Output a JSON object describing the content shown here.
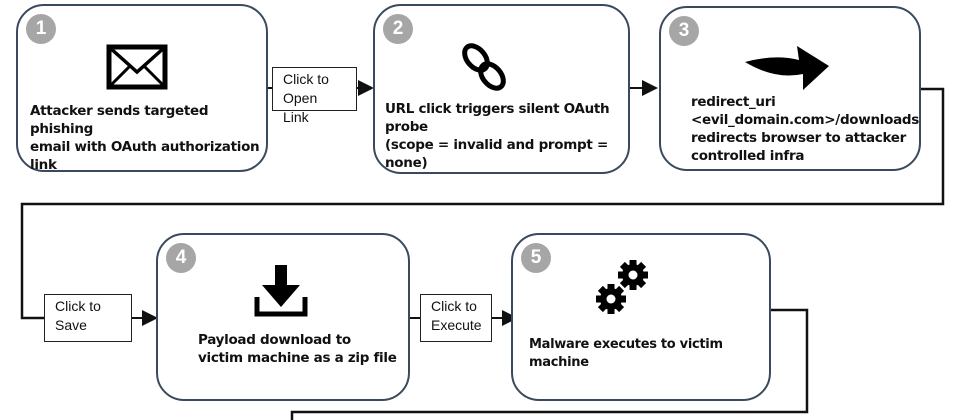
{
  "steps": [
    {
      "number": "1",
      "icon": "envelope-icon",
      "text_lines": [
        "Attacker sends targeted phishing",
        "email with OAuth authorization link"
      ]
    },
    {
      "number": "2",
      "icon": "chain-link-icon",
      "text_lines": [
        "URL click triggers silent OAuth probe",
        "(scope = invalid and prompt = none)"
      ]
    },
    {
      "number": "3",
      "icon": "redirect-arrow-icon",
      "text_lines": [
        "redirect_uri",
        "<evil_domain.com>/downloads",
        "redirects browser to attacker",
        "controlled infra"
      ]
    },
    {
      "number": "4",
      "icon": "download-icon",
      "text_lines": [
        "Payload download to",
        "victim machine as a zip file"
      ]
    },
    {
      "number": "5",
      "icon": "gears-icon",
      "text_lines": [
        "Malware executes to victim machine"
      ]
    }
  ],
  "connectors": [
    {
      "label_lines": [
        "Click to",
        "Open Link"
      ]
    },
    {
      "label_lines": [
        "Click to",
        "Save"
      ]
    },
    {
      "label_lines": [
        "Click to",
        "Execute"
      ]
    }
  ],
  "colors": {
    "badge": "#a6a6a6",
    "box_border": "#3a4a5c",
    "line": "#111111"
  }
}
